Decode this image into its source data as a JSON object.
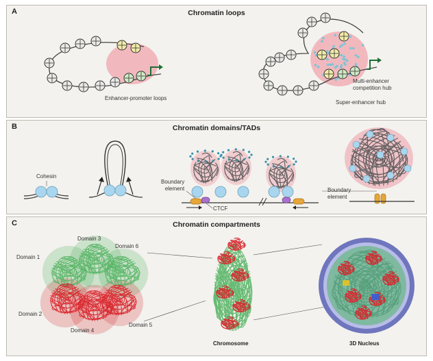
{
  "panel_a": {
    "letter": "A",
    "title": "Chromatin loops",
    "labels": {
      "enhancer_promoter": "Enhancer-promoter loops",
      "multi_enhancer": "Multi-enhancer\ncompetition hub",
      "super_enhancer": "Super-enhancer hub"
    }
  },
  "panel_b": {
    "letter": "B",
    "title": "Chromatin domains/TADs",
    "labels": {
      "cohesin": "Cohesin",
      "boundary_left": "Boundary\nelement",
      "ctcf": "CTCF",
      "boundary_right": "Boundary\nelement"
    }
  },
  "panel_c": {
    "letter": "C",
    "title": "Chromatin compartments",
    "labels": {
      "domain1": "Domain 1",
      "domain2": "Domain 2",
      "domain3": "Domain 3",
      "domain4": "Domain 4",
      "domain5": "Domain 5",
      "domain6": "Domain 6",
      "chromosome": "Chromosome",
      "nucleus": "3D Nucleus"
    }
  },
  "colors": {
    "nucleosome": "#e9e9e6",
    "enhancer": "#f2ecaa",
    "promoter": "#cfe9c5",
    "hub": "#ee8a98",
    "condensate_dot": "#7cc4d8",
    "cohesin": "#a9d6ee",
    "ctcf": "#a971cc",
    "boundary": "#e5a63a",
    "active_domain": "#56b565",
    "inactive_domain": "#d8262c",
    "nucleus_envelope": "#6f76bd"
  }
}
